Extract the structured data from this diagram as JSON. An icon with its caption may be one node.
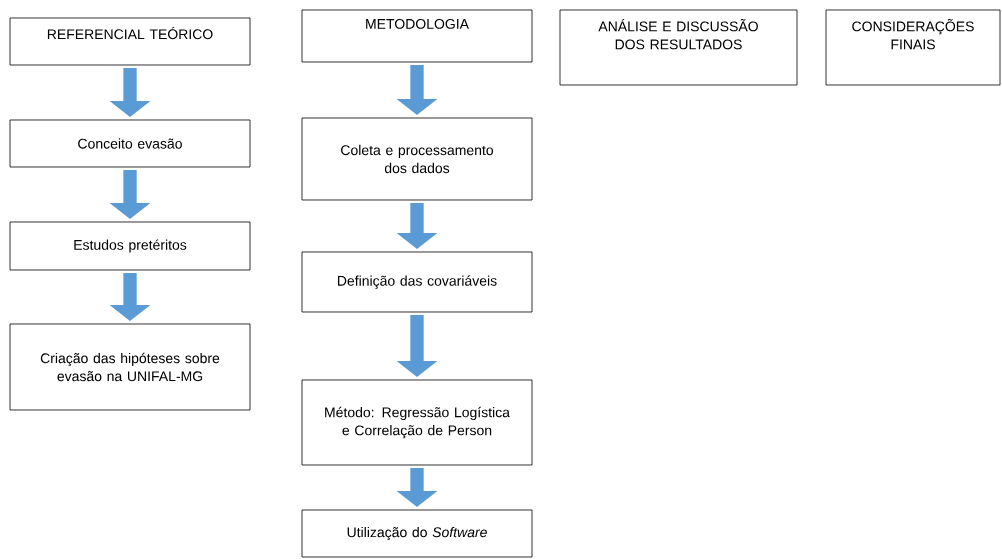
{
  "diagram": {
    "nodes": [
      {
        "text": [
          "REFERENCIAL TEÓRICO"
        ]
      },
      {
        "text": [
          "Conceito evasão"
        ]
      },
      {
        "text": [
          "Estudos pretéritos"
        ]
      },
      {
        "text": [
          "Criação das hipóteses sobre evasão na UNIFAL-MG"
        ]
      },
      {
        "text": [
          "METODOLOGIA"
        ]
      },
      {
        "text": [
          "Coleta e processamento dos dados"
        ]
      },
      {
        "text": [
          "Definição das covariáveis"
        ]
      },
      {
        "text": [
          "Método: Regressão Logística e Correlação de Person"
        ]
      },
      {
        "text": [
          "Utilização do *Software*"
        ]
      },
      {
        "text": [
          "ANÁLISE E DISCUSSÃO DOS RESULTADOS"
        ]
      },
      {
        "text": [
          "CONSIDERAÇÕES FINAIS"
        ]
      }
    ],
    "edges": [
      {
        "from": 0,
        "to": 1,
        "arrow": "to"
      },
      {
        "from": 1,
        "to": 2,
        "arrow": "to"
      },
      {
        "from": 2,
        "to": 3,
        "arrow": "to"
      },
      {
        "from": 4,
        "to": 5,
        "arrow": "to"
      },
      {
        "from": 5,
        "to": 6,
        "arrow": "to"
      },
      {
        "from": 6,
        "to": 7,
        "arrow": "to"
      },
      {
        "from": 7,
        "to": 8,
        "arrow": "to"
      }
    ]
  }
}
